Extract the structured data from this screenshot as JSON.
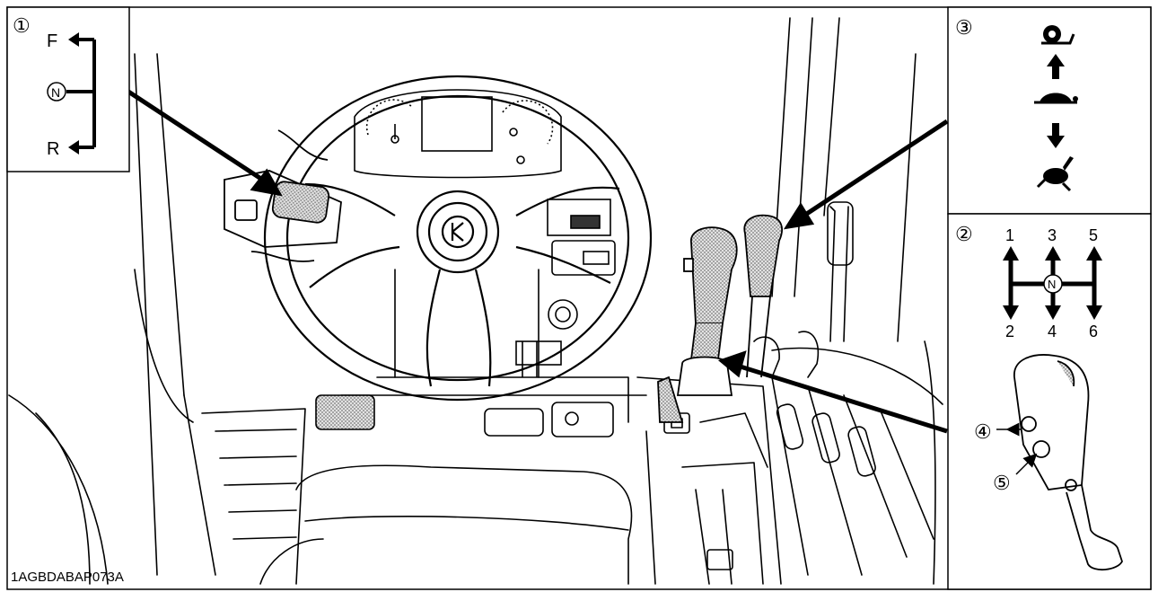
{
  "figure_code": "1AGBDABAP073A",
  "callouts": {
    "one": "①",
    "two": "②",
    "three": "③",
    "four": "④",
    "five": "⑤"
  },
  "shuttle": {
    "forward": "F",
    "neutral": "N",
    "reverse": "R"
  },
  "gear_pattern": {
    "g1": "1",
    "g2": "2",
    "g3": "3",
    "g4": "4",
    "g5": "5",
    "g6": "6",
    "neutral": "N"
  },
  "range_icons": [
    "snail-icon",
    "turtle-icon",
    "rabbit-icon"
  ],
  "colors": {
    "line": "#000000",
    "stipple": "#bdbdbd",
    "background": "#ffffff"
  }
}
